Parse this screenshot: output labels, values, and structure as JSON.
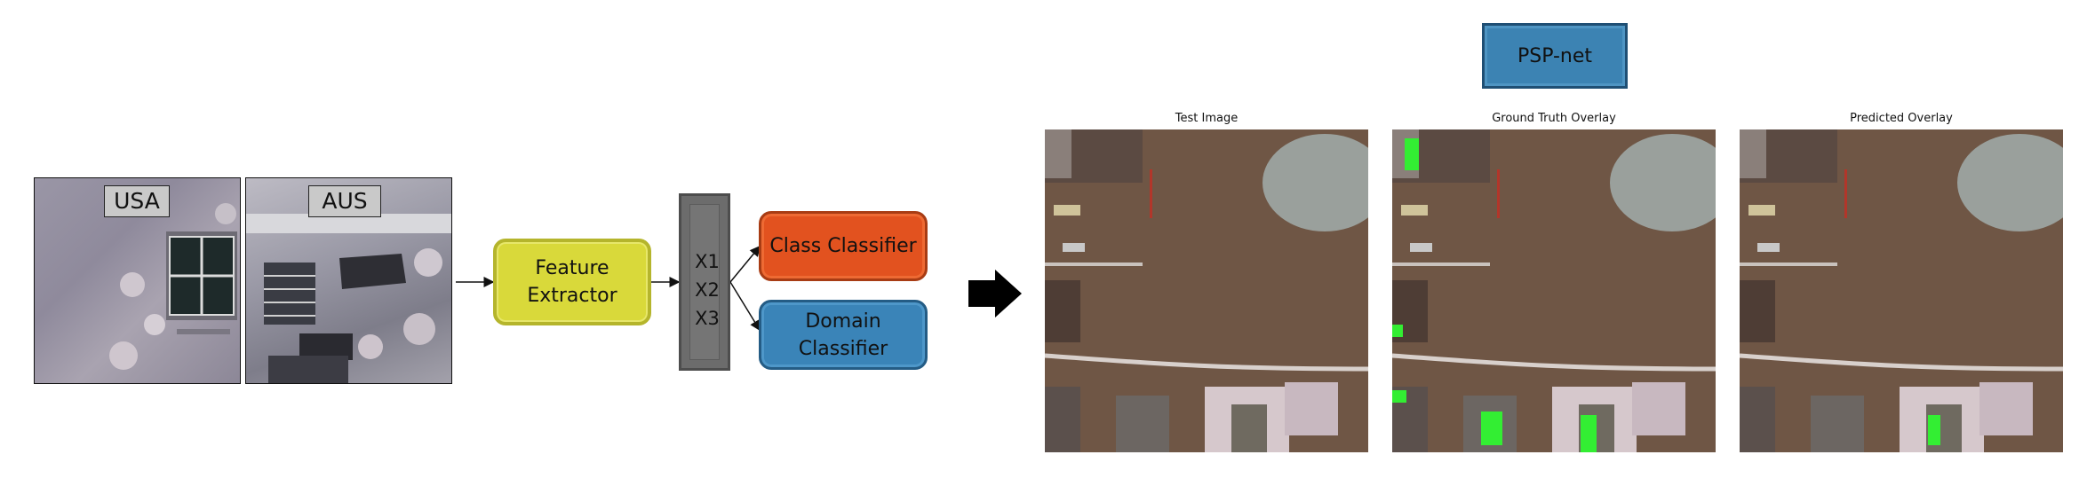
{
  "inputs": {
    "usa_label": "USA",
    "aus_label": "AUS"
  },
  "feature_extractor": {
    "label_line1": "Feature",
    "label_line2": "Extractor"
  },
  "feature_stack": {
    "items": [
      "X1",
      "X2",
      "X3"
    ]
  },
  "class_classifier": {
    "label": "Class Classifier"
  },
  "domain_classifier": {
    "label_line1": "Domain",
    "label_line2": "Classifier"
  },
  "psp": {
    "label": "PSP-net"
  },
  "panels": {
    "test_title": "Test Image",
    "ground_truth_title": "Ground Truth Overlay",
    "predicted_title": "Predicted Overlay"
  },
  "colors": {
    "feature_extractor": "#d9d93a",
    "class_classifier": "#e2521f",
    "domain_classifier": "#3a84b8",
    "psp_net": "#3c83b3",
    "stack": "#6c6c6c",
    "overlay": "#33ee33"
  }
}
